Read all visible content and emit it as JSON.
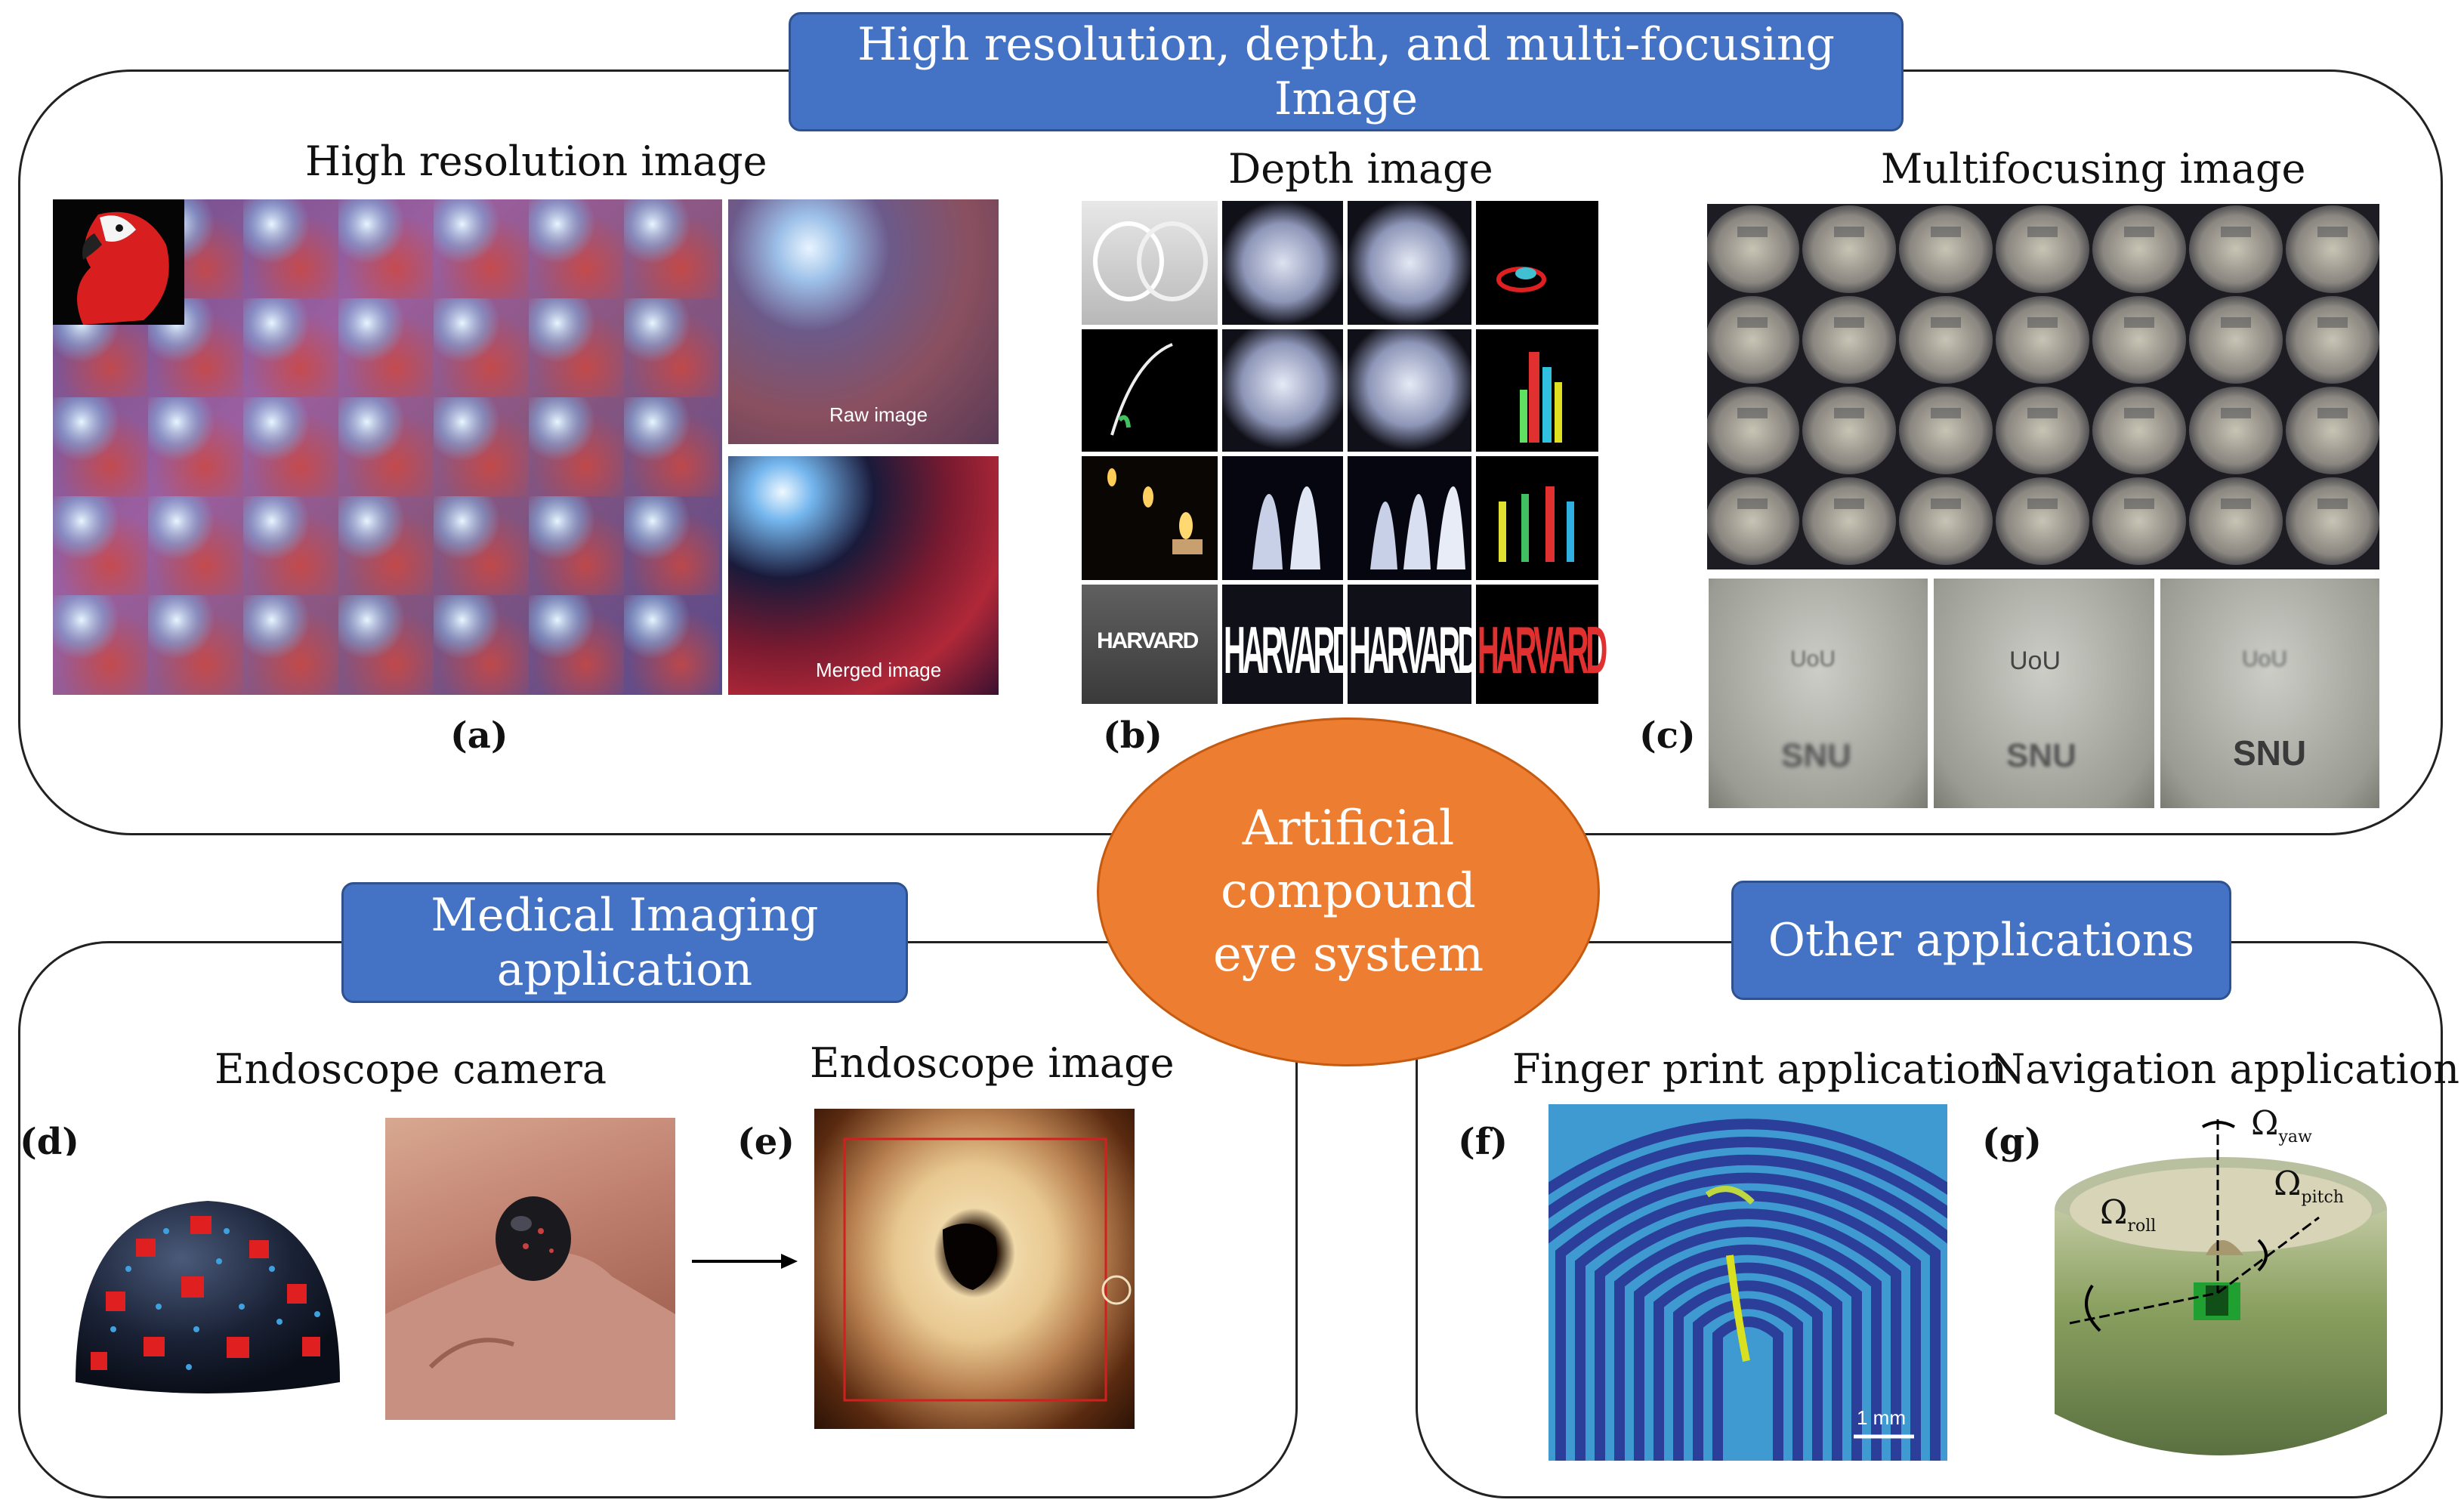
{
  "title_banner": "High resolution, depth, and multi-focusing Image",
  "center": "Artificial compound eye system",
  "medical_banner": "Medical Imaging application",
  "other_banner": "Other applications",
  "headings": {
    "high_res": "High resolution image",
    "depth": "Depth image",
    "multifocus": "Multifocusing image",
    "endo_camera": "Endoscope camera",
    "endo_image": "Endoscope image",
    "fingerprint": "Finger print application",
    "navigation": "Navigation application"
  },
  "labels": {
    "a": "(a)",
    "b": "(b)",
    "c": "(c)",
    "d": "(d)",
    "e": "(e)",
    "f": "(f)",
    "g": "(g)"
  },
  "captions": {
    "raw": "Raw image",
    "merged": "Merged image",
    "harvard_small": "HARVARD",
    "harvard_big": "HARVARD",
    "snu": "SNU",
    "uou": "UoU",
    "scale": "1 mm",
    "yaw": "Ω",
    "yaw_sub": "yaw",
    "pitch": "Ω",
    "pitch_sub": "pitch",
    "roll": "Ω",
    "roll_sub": "roll"
  },
  "colors": {
    "banner_blue": "#4472c4",
    "center_orange": "#ed7d31"
  }
}
